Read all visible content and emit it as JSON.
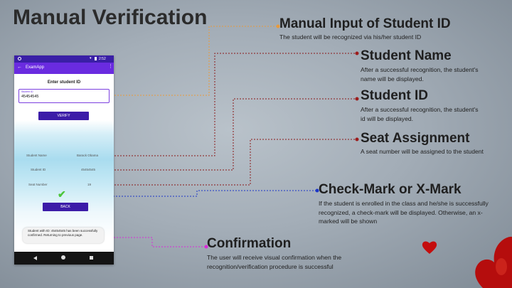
{
  "slide_title": "Manual Verification",
  "annotations": [
    {
      "title": "Manual Input of Student ID",
      "description": "The student will be recognized via his/her student ID"
    },
    {
      "title": "Student Name",
      "description": "After a successful recognition, the student's name will be displayed."
    },
    {
      "title": "Student ID",
      "description": "After a successful recognition, the student's id will be displayed."
    },
    {
      "title": "Seat Assignment",
      "description": "A seat number will be assigned to the student"
    },
    {
      "title": "Check-Mark or X-Mark",
      "description": "If the student is enrolled in the class and he/she is successfully recognized, a check-mark will be displayed. Otherwise, an x-marked will be shown"
    },
    {
      "title": "Confirmation",
      "description": "The user will receive visual confirmation when the recognition/verification procedure is successful"
    }
  ],
  "phone": {
    "status_time": "2:52",
    "app_title": "ExamApp",
    "prompt": "Enter student ID",
    "input_label": "Student ID",
    "input_value": "45454545",
    "verify_label": "VERIFY",
    "fields": [
      {
        "label": "Student Name",
        "value": "Barack Obama"
      },
      {
        "label": "Student ID",
        "value": "45454545"
      },
      {
        "label": "Seat Number",
        "value": "19"
      }
    ],
    "back_label": "BACK",
    "toast": "Student with ID: 45454545 has been successfully confirmed. Returning to previous page."
  },
  "colors": {
    "connector_orange": "#e89a3c",
    "connector_red": "#8b1a1a",
    "connector_blue": "#1d37c8",
    "connector_magenta": "#d92ad9",
    "app_bar": "#6a2be0",
    "button": "#3c1ca8",
    "check": "#4cc53a"
  }
}
